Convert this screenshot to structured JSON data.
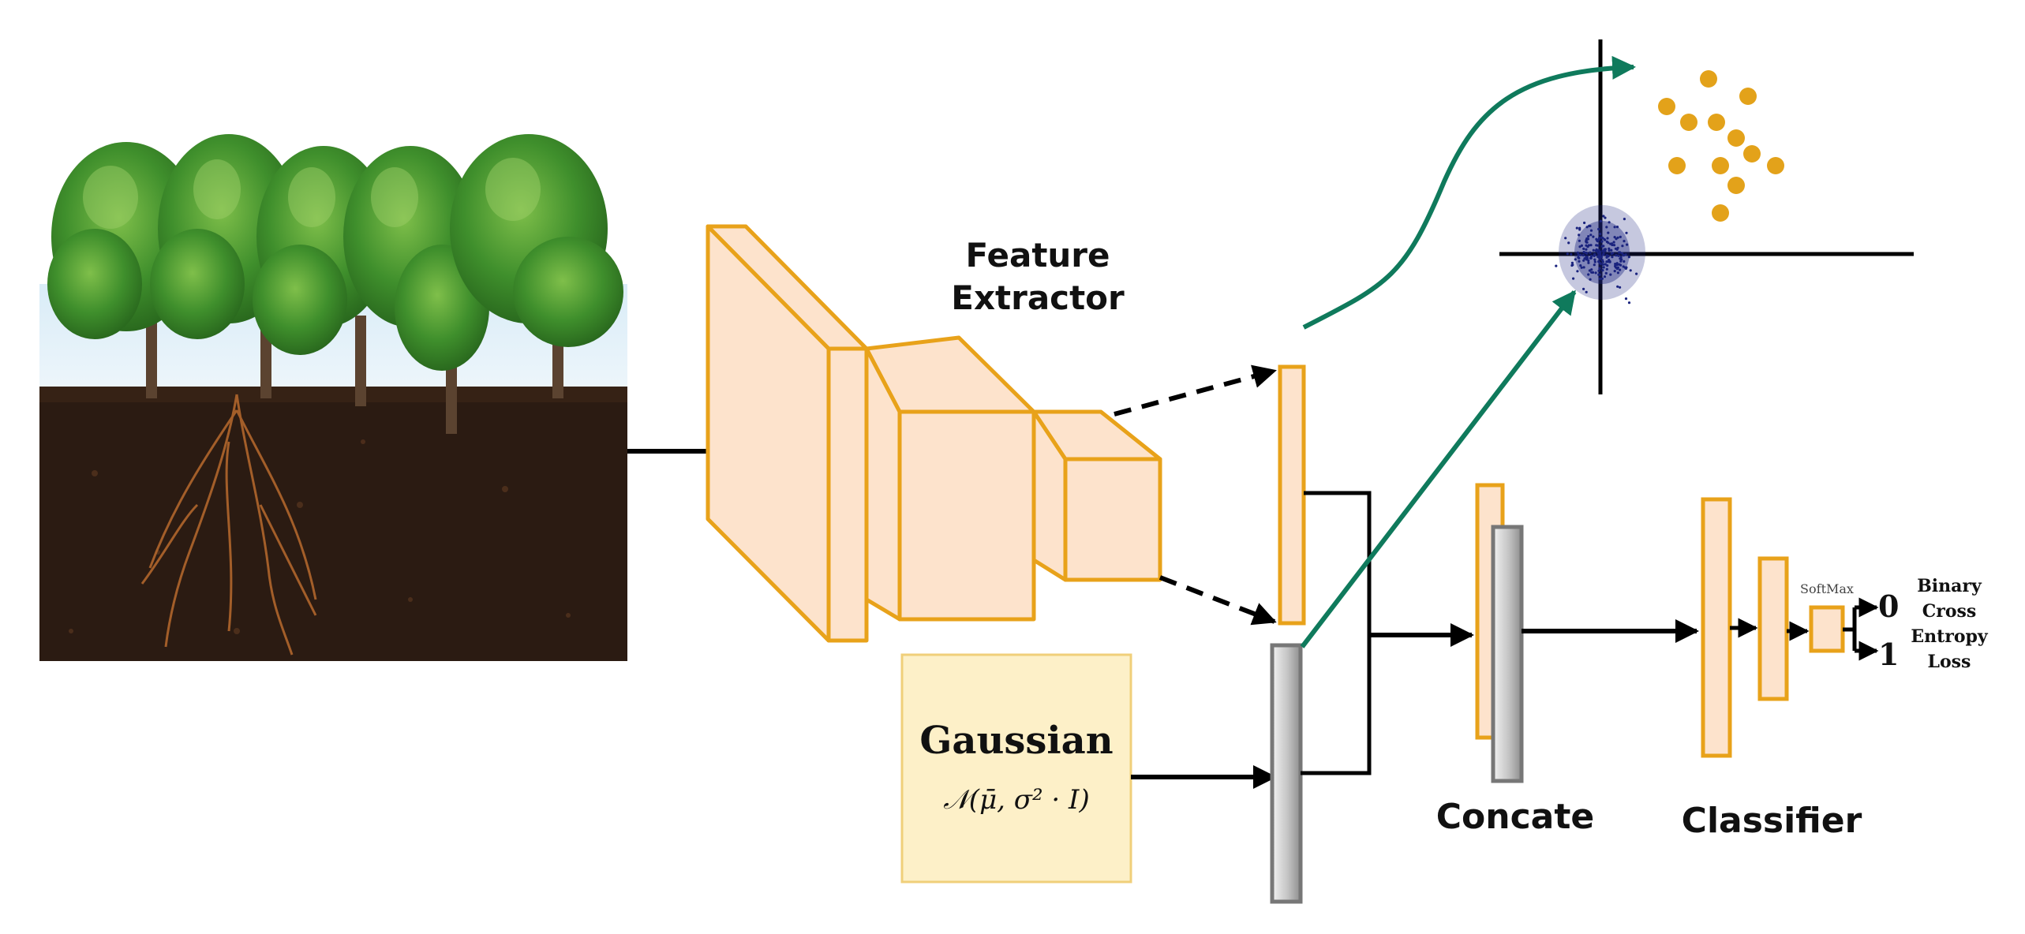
{
  "labels": {
    "feature_extractor_line1": "Feature",
    "feature_extractor_line2": "Extractor",
    "gaussian_title": "Gaussian",
    "gaussian_formula": "𝒩(μ̄, σ² · I)",
    "concate": "Concate",
    "classifier": "Classifier",
    "softmax": "SoftMax",
    "output_0": "0",
    "output_1": "1",
    "loss_line1": "Binary",
    "loss_line2": "Cross",
    "loss_line3": "Entropy",
    "loss_line4": "Loss"
  },
  "colors": {
    "block_fill": "#fde3cc",
    "block_stroke": "#e8a21a",
    "gaussian_fill": "#fdf0c8",
    "gray_bar": "#c8c8c8",
    "arrow": "#000000",
    "green_curve": "#0f7a5c",
    "cluster_dot": "#e3a21a",
    "noise_dot": "#1a237e"
  }
}
